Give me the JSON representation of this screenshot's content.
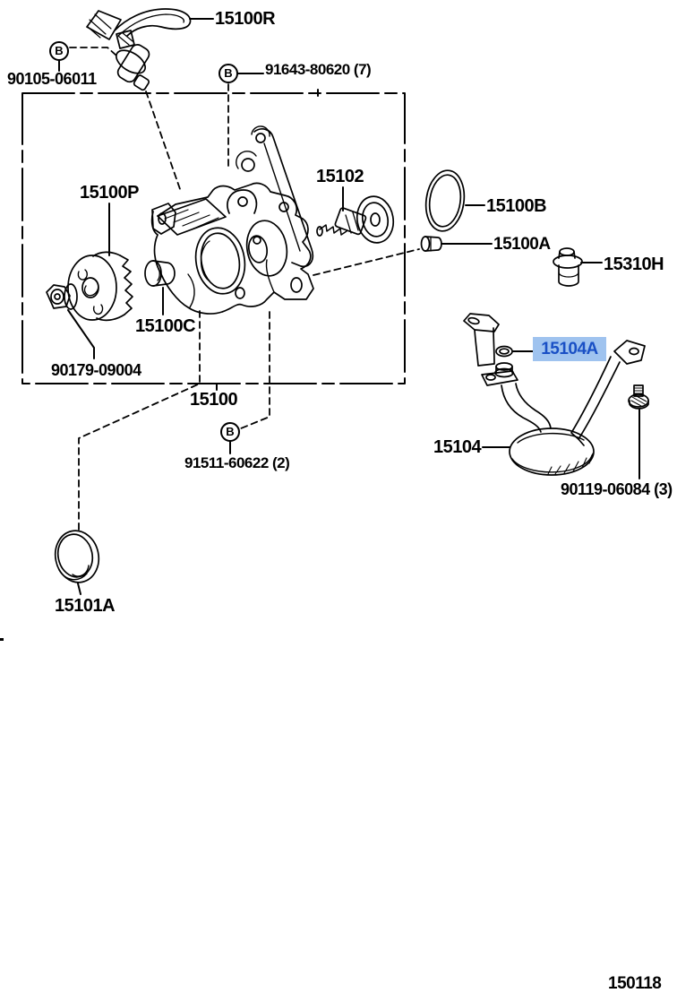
{
  "diagram": {
    "code": "150118",
    "fastener_symbol": "B",
    "background": "#FFFFFF",
    "line_color": "#000000",
    "highlight": {
      "bg": "#9FC3EF",
      "text_color": "#1A50C5"
    },
    "callouts": [
      {
        "label": "15100R"
      },
      {
        "label": "90105-06011"
      },
      {
        "label": "91643-80620 (7)"
      },
      {
        "label": "15100P"
      },
      {
        "label": "15102"
      },
      {
        "label": "15100B"
      },
      {
        "label": "15100A"
      },
      {
        "label": "15310H"
      },
      {
        "label": "15100C"
      },
      {
        "label": "90179-09004"
      },
      {
        "label": "15100"
      },
      {
        "label": "91511-60622 (2)"
      },
      {
        "label": "15104A",
        "highlighted": true
      },
      {
        "label": "15104"
      },
      {
        "label": "90119-06084 (3)"
      },
      {
        "label": "15101A"
      }
    ]
  }
}
